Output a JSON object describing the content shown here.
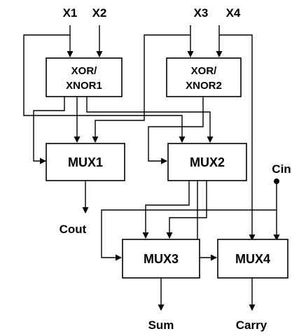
{
  "inputs": {
    "x1": "X1",
    "x2": "X2",
    "x3": "X3",
    "x4": "X4",
    "cin": "Cin"
  },
  "blocks": {
    "xor1": {
      "line1": "XOR/",
      "line2": "XNOR1"
    },
    "xor2": {
      "line1": "XOR/",
      "line2": "XNOR2"
    },
    "mux1": "MUX1",
    "mux2": "MUX2",
    "mux3": "MUX3",
    "mux4": "MUX4"
  },
  "outputs": {
    "cout": "Cout",
    "sum": "Sum",
    "carry": "Carry"
  },
  "colors": {
    "line": "#000000",
    "background": "#ffffff"
  }
}
